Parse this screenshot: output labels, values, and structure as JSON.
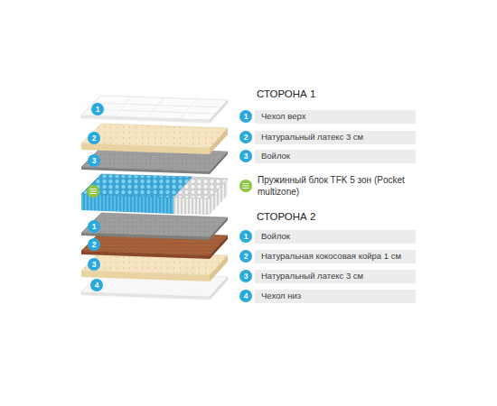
{
  "diagram": {
    "nodes": [
      {
        "text": [
          "Чехол верх"
        ]
      },
      {
        "text": [
          "Натуральный латекс 3 см"
        ]
      },
      {
        "text": [
          "Войлок"
        ]
      },
      {
        "text": [
          "Войлок"
        ]
      },
      {
        "text": [
          "Натуральная кокосовая койра 1 см"
        ]
      },
      {
        "text": [
          "Натуральный латекс 3 см"
        ]
      },
      {
        "text": [
          "Чехол низ"
        ]
      }
    ],
    "labels": [
      "СТОРОНА 1",
      "1",
      "2",
      "3",
      "Пружинный блок TFK 5 зон (Pocket multizone)",
      "СТОРОНА 2",
      "1",
      "2",
      "3",
      "4",
      "1",
      "2",
      "3",
      "1",
      "2",
      "3",
      "4"
    ]
  }
}
